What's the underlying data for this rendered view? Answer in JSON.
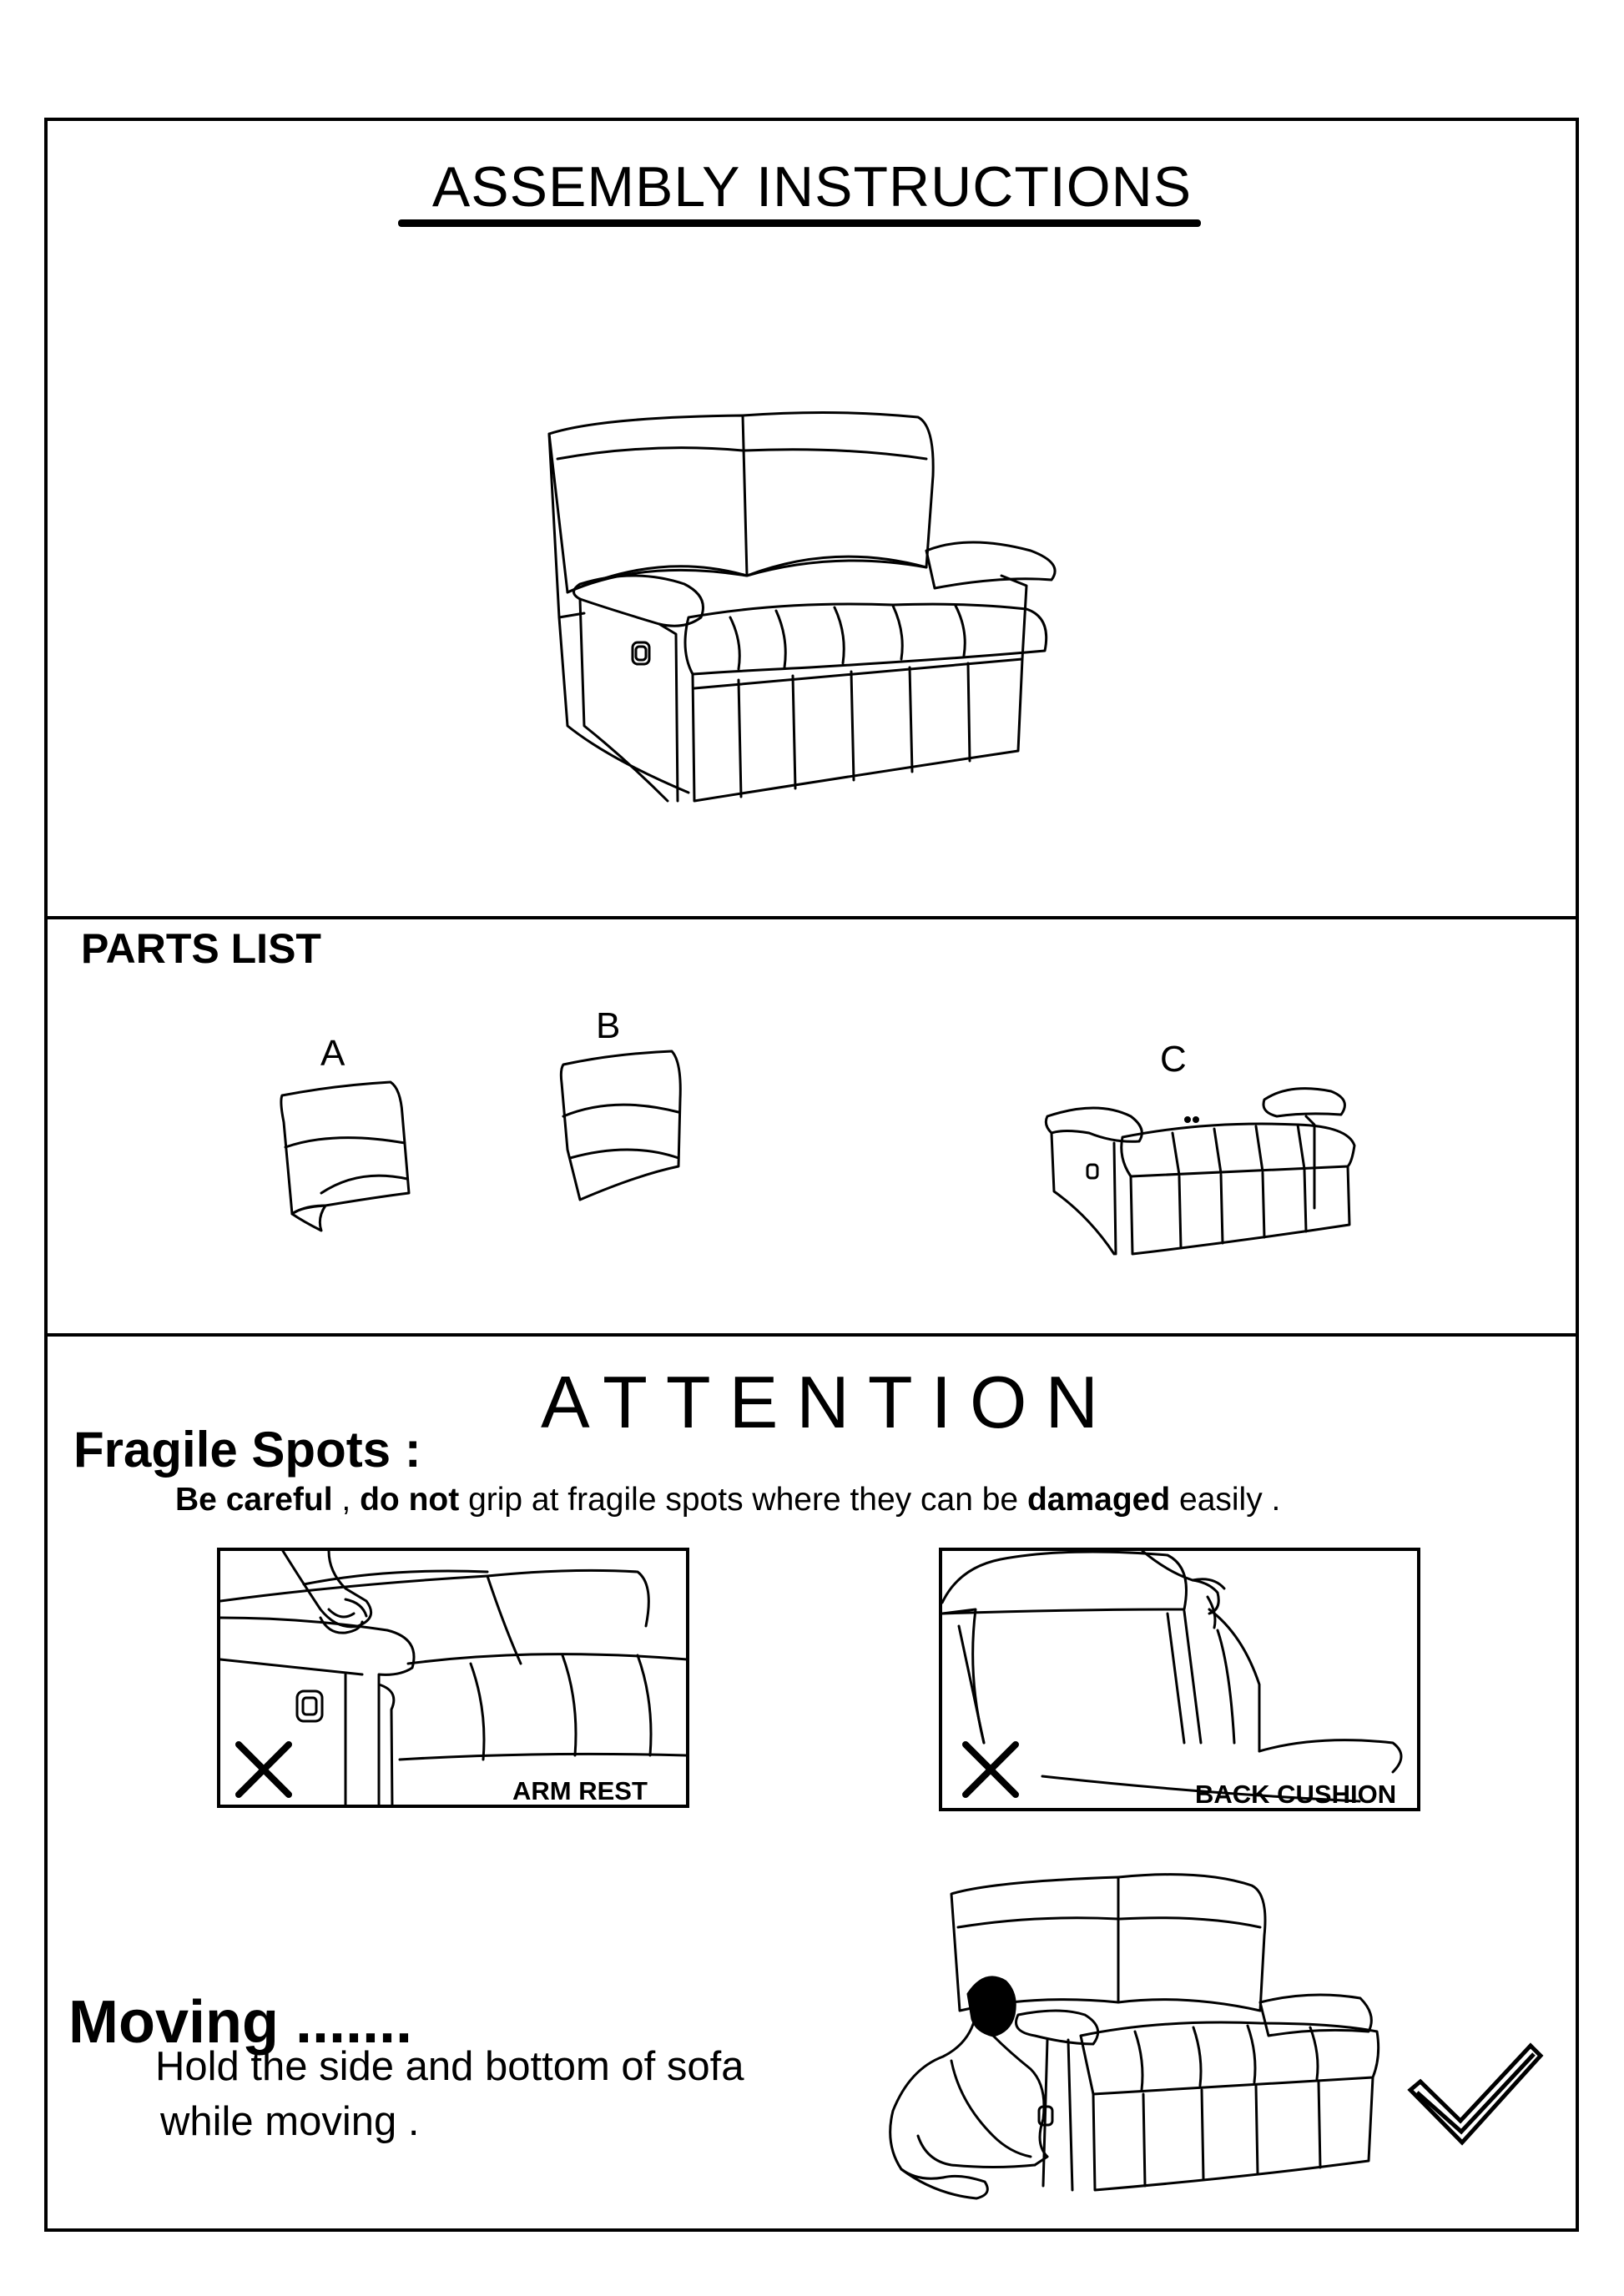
{
  "header": {
    "title": "ASSEMBLY  INSTRUCTIONS"
  },
  "parts_list": {
    "heading": "PARTS LIST",
    "parts": [
      {
        "label": "A",
        "icon": "back-cushion-icon"
      },
      {
        "label": "B",
        "icon": "back-cushion-icon"
      },
      {
        "label": "C",
        "icon": "sofa-base-icon"
      }
    ]
  },
  "attention": {
    "heading": "ATTENTION",
    "fragile_heading": "Fragile  Spots :",
    "fragile_text": {
      "part1": "Be careful",
      "part2": " , ",
      "part3": "do not",
      "part4": " grip at fragile spots where they can be ",
      "part5": "damaged",
      "part6": " easily ."
    },
    "warnings": [
      {
        "label": "ARM  REST",
        "mark": "cross-icon"
      },
      {
        "label": "BACK CUSHION",
        "mark": "cross-icon"
      }
    ]
  },
  "moving": {
    "heading": "Moving .......",
    "line1": "Hold the side and bottom of sofa",
    "line2": "while moving .",
    "mark": "check-icon"
  }
}
